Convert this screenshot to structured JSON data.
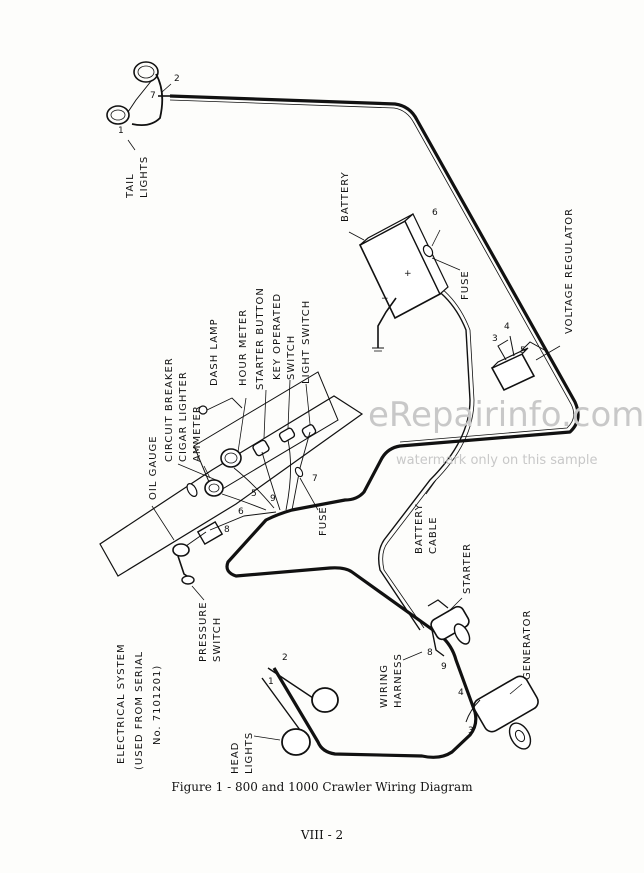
{
  "labels": {
    "tail_lights_1": "TAIL",
    "tail_lights_2": "LIGHTS",
    "battery": "BATTERY",
    "voltage_regulator": "VOLTAGE  REGULATOR",
    "fuse_top": "FUSE",
    "dash_lamp": "DASH  LAMP",
    "hour_meter": "HOUR  METER",
    "starter_button": "STARTER  BUTTON",
    "key_switch_1": "KEY  OPERATED",
    "key_switch_2": "SWITCH",
    "light_switch": "LIGHT SWITCH",
    "circuit_breaker": "CIRCUIT  BREAKER",
    "cigar_lighter": "CIGAR  LIGHTER",
    "ammeter": "AMMETER",
    "oil_gauge": "OIL  GAUGE",
    "fuse_dash": "FUSE",
    "battery_cable_1": "BATTERY",
    "battery_cable_2": "CABLE",
    "starter": "STARTER",
    "pressure_switch_1": "PRESSURE",
    "pressure_switch_2": "SWITCH",
    "wiring_harness_1": "WIRING",
    "wiring_harness_2": "HARNESS",
    "generator": "GENERATOR",
    "electrical_system_1": "ELECTRICAL  SYSTEM",
    "electrical_system_2": "(USED  FROM  SERIAL",
    "electrical_system_3": "No.  7101201)",
    "head_lights_1": "HEAD",
    "head_lights_2": "LIGHTS"
  },
  "wire_numbers": {
    "tail_1": "1",
    "tail_7": "7",
    "tail_2": "2",
    "battery_6": "6",
    "plus": "+",
    "minus": "−",
    "reg_3": "3",
    "reg_4": "4",
    "reg_5": "5",
    "dash_6": "6",
    "dash_5": "5",
    "dash_9": "9",
    "dash_7": "7",
    "dash_8": "8",
    "starter_8": "8",
    "starter_9": "9",
    "gen_4": "4",
    "gen_3": "3",
    "head_1": "1",
    "head_2": "2"
  },
  "watermark": {
    "main": "eRepairinfo.com",
    "sub": "watermark only on this sample"
  },
  "caption": "Figure 1 - 800 and 1000 Crawler Wiring Diagram",
  "page_number": "VIII - 2"
}
